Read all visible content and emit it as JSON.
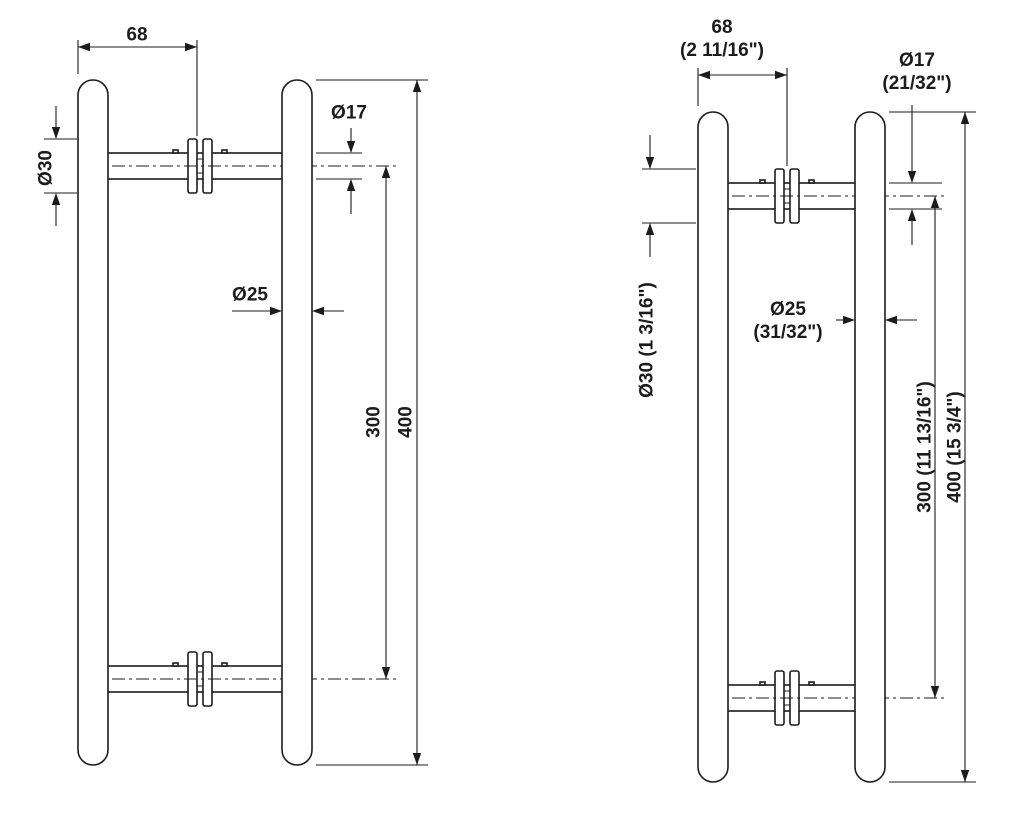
{
  "colors": {
    "line": "#1c1c1c",
    "background": "#ffffff"
  },
  "drawings": {
    "metric": {
      "dim_width": "68",
      "dim_post_diameter": "Ø17",
      "dim_rose_diameter": "Ø30",
      "dim_tube_diameter": "Ø25",
      "dim_hole_spacing": "300",
      "dim_overall_length": "400"
    },
    "metric_imperial": {
      "dim_width_line1": "68",
      "dim_width_line2": "(2 11/16\")",
      "dim_post_diameter_line1": "Ø17",
      "dim_post_diameter_line2": "(21/32\")",
      "dim_rose_diameter": "Ø30 (1 3/16\")",
      "dim_tube_diameter_line1": "Ø25",
      "dim_tube_diameter_line2": "(31/32\")",
      "dim_hole_spacing": "300 (11 13/16\")",
      "dim_overall_length": "400 (15 3/4\")"
    }
  }
}
